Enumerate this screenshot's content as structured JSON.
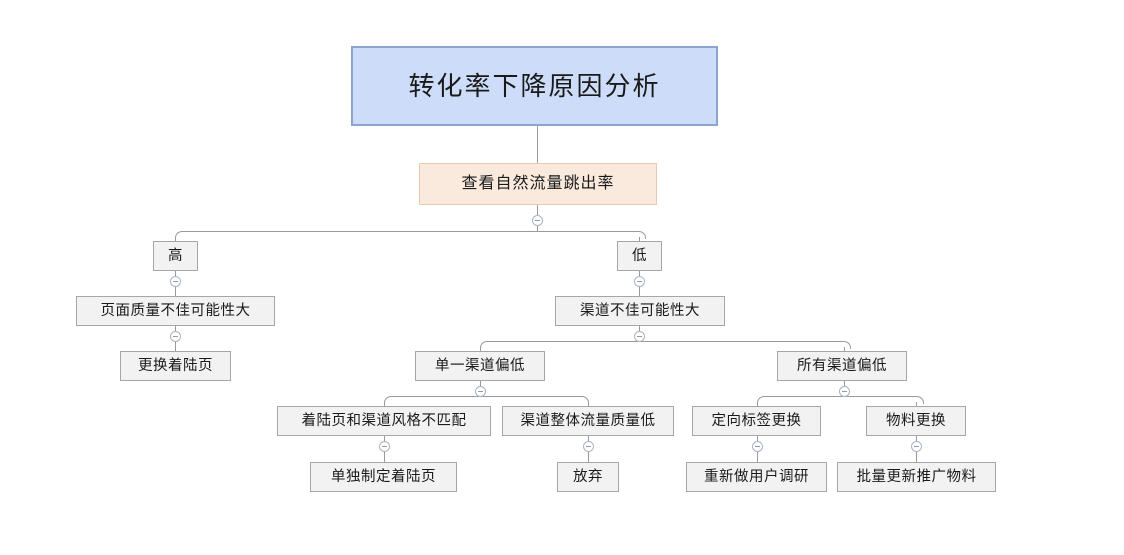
{
  "diagram": {
    "type": "tree-flowchart",
    "background_color": "#ffffff",
    "colors": {
      "root_fill": "#cddcf8",
      "root_border": "#8ba5d0",
      "step_fill": "#faeade",
      "step_border": "#e8cbb1",
      "node_fill": "#f2f2f2",
      "node_border": "#a6a6a6",
      "connector": "#9a9a9a",
      "toggle_border": "#a8b3c4"
    },
    "nodes": {
      "root": "转化率下降原因分析",
      "check_bounce_rate": "查看自然流量跳出率",
      "high": "高",
      "low": "低",
      "page_quality_bad": "页面质量不佳可能性大",
      "channel_bad": "渠道不佳可能性大",
      "replace_landing_page": "更换着陆页",
      "single_channel_low": "单一渠道偏低",
      "all_channels_low": "所有渠道偏低",
      "style_mismatch": "着陆页和渠道风格不匹配",
      "channel_traffic_low_quality": "渠道整体流量质量低",
      "targeting_tag_change": "定向标签更换",
      "material_change": "物料更换",
      "custom_landing_page": "单独制定着陆页",
      "abandon": "放弃",
      "redo_user_research": "重新做用户调研",
      "bulk_update_materials": "批量更新推广物料"
    },
    "toggles": {
      "icon": "collapse-minus-icon",
      "state": "expanded"
    }
  }
}
